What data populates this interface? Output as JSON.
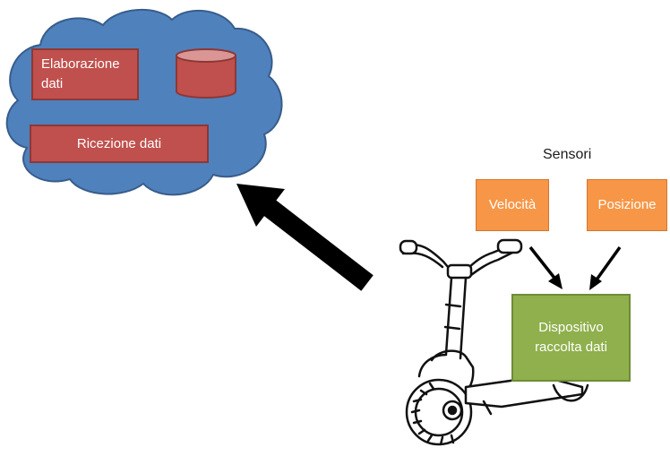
{
  "cloud": {
    "processing_label": "Elaborazione dati",
    "receive_label": "Ricezione dati"
  },
  "sensors": {
    "title": "Sensori",
    "speed_label": "Velocità",
    "position_label": "Posizione"
  },
  "device": {
    "label": "Dispositivo raccolta dati"
  },
  "colors": {
    "cloud_fill": "#4f81bd",
    "cloud_stroke": "#385d8a",
    "red_box": "#c0504d",
    "orange_box": "#f79646",
    "green_box": "#8fb04c"
  }
}
